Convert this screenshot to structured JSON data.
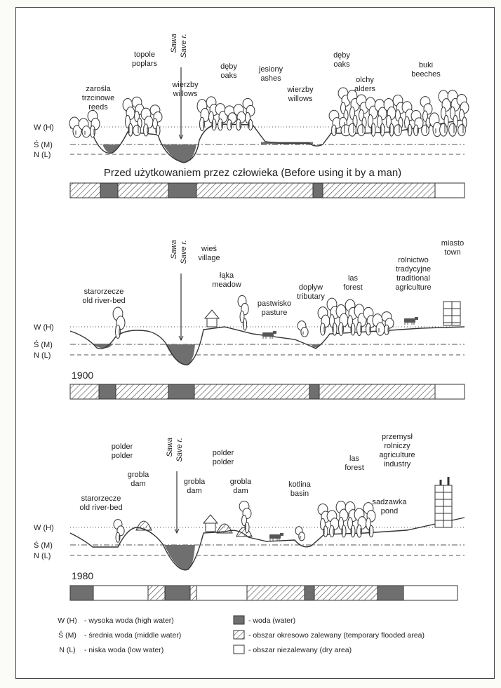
{
  "panels": [
    {
      "title": "Przed użytkowaniem przez człowieka  (Before using it by a man)",
      "levels": [
        "W (H)",
        "Ś (M)",
        "N (L)"
      ],
      "river": [
        "Sawa",
        "Save r."
      ],
      "labels": [
        [
          "zarośla",
          "trzcinowe",
          "reeds"
        ],
        [
          "topole",
          "poplars"
        ],
        [
          "wierzby",
          "willows"
        ],
        [
          "dęby",
          "oaks"
        ],
        [
          "jesiony",
          "ashes"
        ],
        [
          "wierzby",
          "willows"
        ],
        [
          "dęby",
          "oaks"
        ],
        [
          "olchy",
          "alders"
        ],
        [
          "buki",
          "beeches"
        ]
      ]
    },
    {
      "title": "1900",
      "levels": [
        "W (H)",
        "Ś (M)",
        "N (L)"
      ],
      "river": [
        "Sawa",
        "Save r."
      ],
      "labels": [
        [
          "starorzecze",
          "old river-bed"
        ],
        [
          "wieś",
          "village"
        ],
        [
          "łąka",
          "meadow"
        ],
        [
          "pastwisko",
          "pasture"
        ],
        [
          "dopływ",
          "tributary"
        ],
        [
          "las",
          "forest"
        ],
        [
          "rolnictwo",
          "tradycyjne",
          "traditional",
          "agriculture"
        ],
        [
          "miasto",
          "town"
        ]
      ]
    },
    {
      "title": "1980",
      "levels": [
        "W (H)",
        "Ś (M)",
        "N (L)"
      ],
      "river": [
        "Sawa",
        "Save r."
      ],
      "labels": [
        [
          "starorzecze",
          "old river-bed"
        ],
        [
          "polder",
          "polder"
        ],
        [
          "grobla",
          "dam"
        ],
        [
          "grobla",
          "dam"
        ],
        [
          "polder",
          "polder"
        ],
        [
          "grobla",
          "dam"
        ],
        [
          "kotlina",
          "basin"
        ],
        [
          "las",
          "forest"
        ],
        [
          "przemysł",
          "rolniczy",
          "agriculture",
          "industry"
        ],
        [
          "sadzawka",
          "pond"
        ]
      ]
    }
  ],
  "legend": {
    "levels": [
      [
        "W (H)",
        "- wysoka woda (high water)"
      ],
      [
        "Ś (M)",
        "- średnia woda (middle water)"
      ],
      [
        "N (L)",
        "- niska woda (low water)"
      ]
    ],
    "areas": [
      "- woda (water)",
      "- obszar okresowo zalewany (temporary flooded area)",
      "- obszar niezalewany (dry area)"
    ]
  },
  "colors": {
    "water": "#6f6f6f",
    "line": "#333333",
    "paper": "#ffffff"
  }
}
